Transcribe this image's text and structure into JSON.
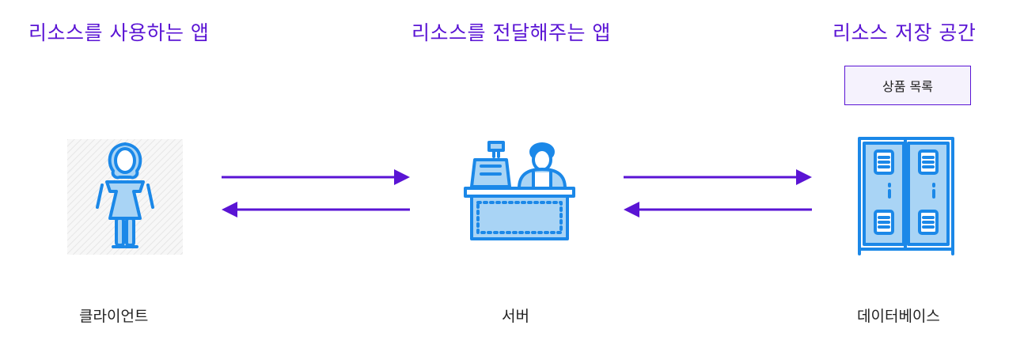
{
  "headings": {
    "client": "리소스를 사용하는 앱",
    "server": "리소스를 전달해주는 앱",
    "database": "리소스 저장 공간"
  },
  "resource_box": {
    "label": "상품 목록"
  },
  "labels": {
    "client": "클라이언트",
    "server": "서버",
    "database": "데이터베이스"
  },
  "icons": {
    "client": "woman-icon",
    "server": "cashier-icon",
    "database": "locker-icon"
  },
  "colors": {
    "accent": "#5a14d4",
    "icon_stroke": "#1b88e8",
    "icon_fill": "#a9d4f5",
    "hatch_background": "#eeeeee"
  }
}
